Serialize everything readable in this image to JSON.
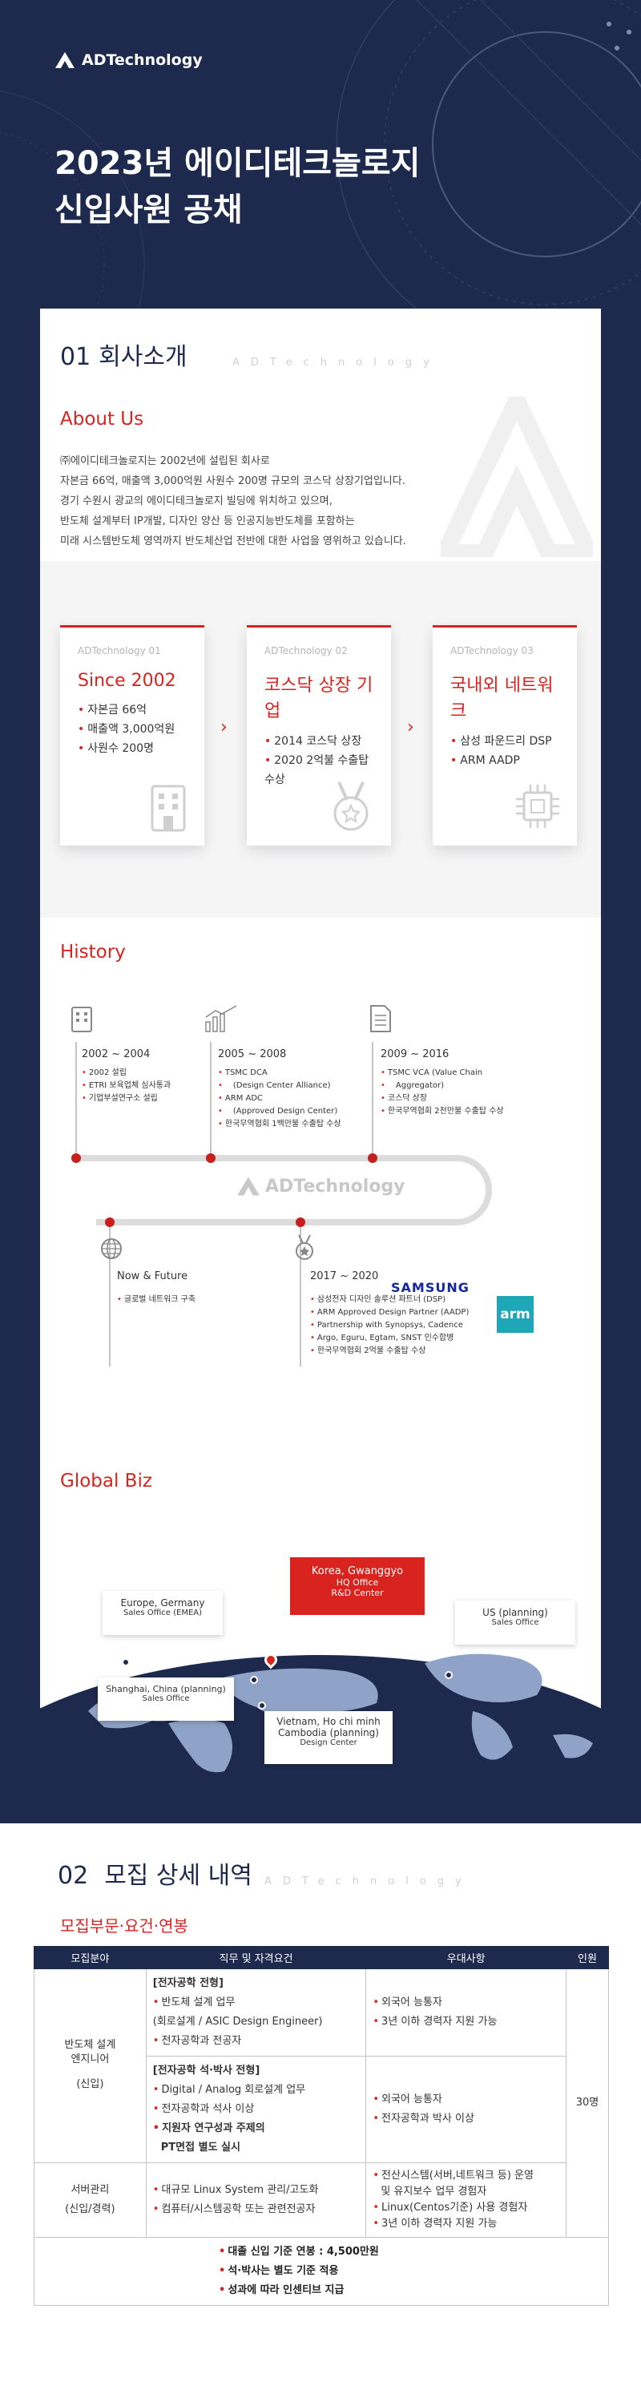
{
  "hero": {
    "logo_text": "ADTechnology",
    "title_line1": "2023년 에이디테크놀로지",
    "title_line2": "신입사원 공채"
  },
  "intro": {
    "num": "01",
    "title": "회사소개",
    "watermark": "ADTechnology",
    "about_title": "About Us",
    "paragraph": [
      "㈜에이디테크놀로지는 2002년에 설립된 회사로",
      "자본금 66억, 매출액 3,000억원 사원수 200명 규모의 코스닥 상장기업입니다.",
      "경기 수원시 광교의 에이디테크놀로지 빌딩에 위치하고 있으며,",
      "반도체 설계부터 IP개발, 디자인 양산 등 인공지능반도체를 포함하는",
      "미래 시스템반도체 영역까지 반도체산업 전반에 대한 사업을 영위하고 있습니다."
    ],
    "cards": [
      {
        "tag": "ADTechnology 01",
        "heading": "Since 2002",
        "items": [
          "자본금 66억",
          "매출액 3,000억원",
          "사원수 200명"
        ],
        "icon": "building-icon"
      },
      {
        "tag": "ADTechnology 02",
        "heading": "코스닥 상장 기업",
        "items": [
          "2014 코스닥 상장",
          "2020 2억불 수출탑 수상"
        ],
        "icon": "medal-icon"
      },
      {
        "tag": "ADTechnology 03",
        "heading": "국내외 네트워크",
        "items": [
          "삼성 파운드리 DSP",
          "ARM AADP"
        ],
        "icon": "chip-icon"
      }
    ],
    "chevron": "›"
  },
  "history": {
    "title": "History",
    "logo_text": "ADTechnology",
    "periods": [
      {
        "years": "2002 ~ 2004",
        "items": [
          "2002 설립",
          "ETRI 보육업체 심사통과",
          "기업부설연구소 설립"
        ],
        "icon": "building-icon"
      },
      {
        "years": "2005 ~ 2008",
        "items": [
          "TSMC DCA",
          "(Design Center Alliance)",
          "ARM ADC",
          "(Approved Design Center)",
          "한국무역협회 1백만불 수출탑 수상"
        ],
        "icon": "growth-chart-icon"
      },
      {
        "years": "2009 ~ 2016",
        "items": [
          "TSMC VCA (Value Chain",
          "Aggregator)",
          "코스닥 상장",
          "한국무역협회 2천만불 수출탑 수상"
        ],
        "icon": "document-icon"
      },
      {
        "years": "Now & Future",
        "items": [
          "글로벌 네트워크 구축"
        ],
        "icon": "globe-icon"
      },
      {
        "years": "2017 ~ 2020",
        "items": [
          "삼성전자 디자인 솔루션 파트너 (DSP)",
          "ARM Approved Design Partner (AADP)",
          "Partnership with Synopsys, Cadence",
          "Argo, Eguru, Egtam, SNST 인수합병",
          "한국무역협회 2억불 수출탑 수상"
        ],
        "icon": "medal-icon"
      }
    ],
    "samsung_text": "SAMSUNG",
    "arm_text": "arm"
  },
  "global": {
    "title": "Global Biz",
    "offices": [
      {
        "line1": "Europe, Germany",
        "line2": "Sales Office (EMEA)"
      },
      {
        "line1": "Korea, Gwanggyo",
        "line2": "HQ Office",
        "line3": "R&D Center"
      },
      {
        "line1": "US (planning)",
        "line2": "Sales Office"
      },
      {
        "line1": "Shanghai, China (planning)",
        "line2": "Sales Office"
      },
      {
        "line1": "Vietnam, Ho chi minh",
        "line2": "Cambodia (planning)",
        "line3": "Design Center"
      }
    ]
  },
  "recruit": {
    "num": "02",
    "title": "모집 상세 내역",
    "watermark": "ADTechnology",
    "sub_title": "모집부문·요건·연봉",
    "headers": [
      "모집분야",
      "직무 및 자격요건",
      "우대사항",
      "인원"
    ],
    "row1": {
      "field_l1": "반도체 설계",
      "field_l2": "엔지니어",
      "field_l3": "(신입)",
      "block1": [
        "[전자공학 전형]",
        "반도체 설계 업무",
        "(회로설계 / ASIC Design Engineer)",
        "전자공학과 전공자"
      ],
      "pref1": [
        "외국어 능통자",
        "3년 이하 경력자 지원 가능"
      ],
      "block2": [
        "[전자공학 석·박사 전형]",
        "Digital / Analog 회로설계 업무",
        "전자공학과 석사 이상",
        "지원자 연구성과 주제의",
        "PT면접 별도 실시"
      ],
      "pref2": [
        "외국어 능통자",
        "전자공학과 박사 이상"
      ],
      "count": "30명"
    },
    "row2": {
      "field_l1": "서버관리",
      "field_l2": "(신입/경력)",
      "items": [
        "대규모 Linux System 관리/고도화",
        "컴퓨터/시스템공학 또는 관련전공자"
      ],
      "pref": [
        "전산시스템(서버,네트워크 등) 운영",
        "및 유지보수 업무 경험자",
        "Linux(Centos기준) 사용 경험자",
        "3년 이하 경력자 지원 가능"
      ]
    },
    "salary": [
      "대졸 신입 기준 연봉 : 4,500만원",
      "석·박사는 별도 기준 적용",
      "성과에 따라 인센티브 지급"
    ]
  }
}
